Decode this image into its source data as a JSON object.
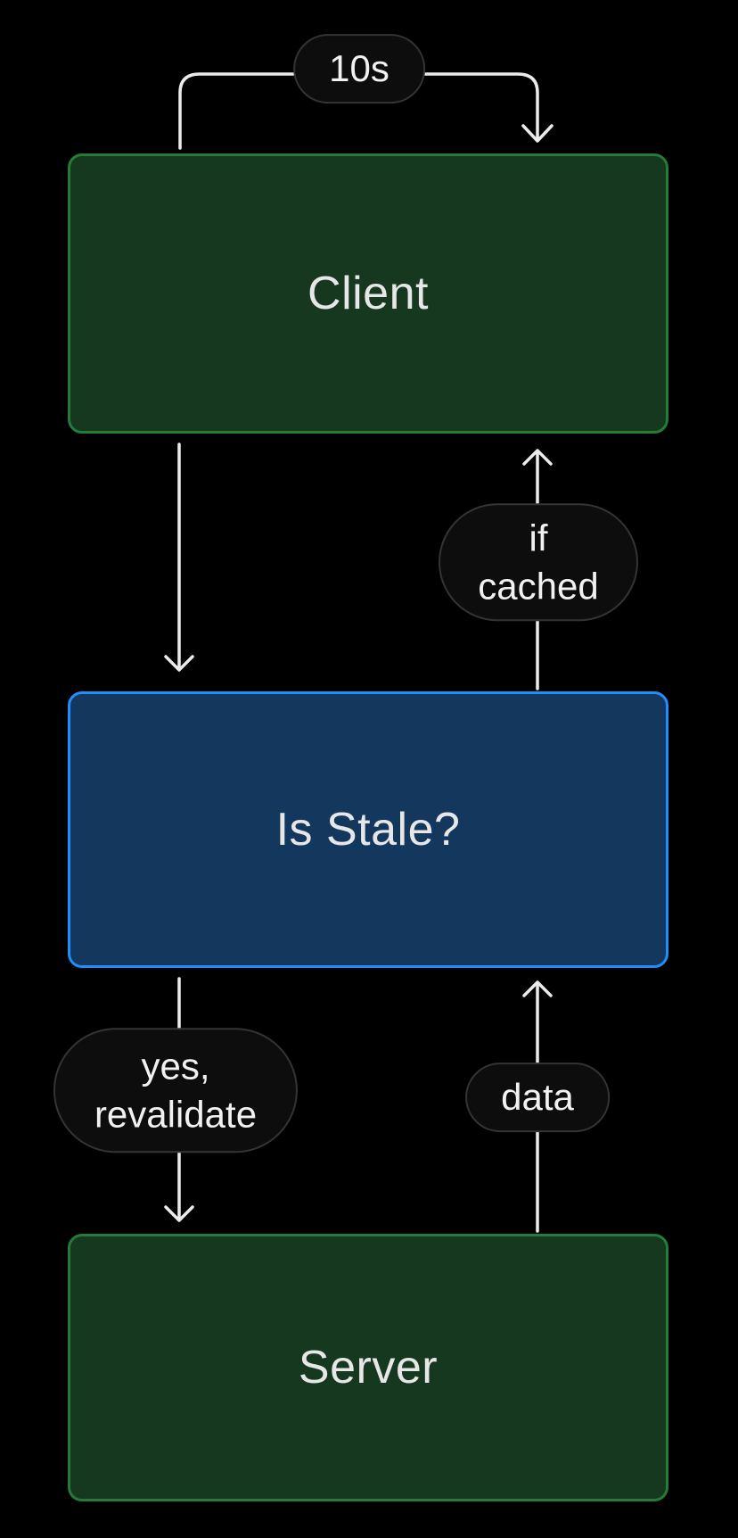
{
  "diagram": {
    "type": "flowchart",
    "background": "#000000",
    "nodes": [
      {
        "id": "client",
        "label": "Client",
        "fill": "#15381f",
        "border": "#257b3a",
        "text_color": "#e7e7e7"
      },
      {
        "id": "is-stale",
        "label": "Is Stale?",
        "fill": "#14375e",
        "border": "#1f8ffd",
        "text_color": "#e7e7e7"
      },
      {
        "id": "server",
        "label": "Server",
        "fill": "#15381f",
        "border": "#257b3a",
        "text_color": "#e7e7e7"
      }
    ],
    "edges": [
      {
        "from": "client",
        "to": "client",
        "label": "10s"
      },
      {
        "from": "client",
        "to": "is-stale",
        "label": ""
      },
      {
        "from": "is-stale",
        "to": "client",
        "label": "if cached"
      },
      {
        "from": "is-stale",
        "to": "server",
        "label": "yes,\nrevalidate"
      },
      {
        "from": "server",
        "to": "is-stale",
        "label": "data"
      }
    ],
    "label_pill": {
      "fill": "#0d0d0d",
      "border": "#343434",
      "text_color": "#f1f1f1"
    },
    "arrow_color": "#ebebeb"
  }
}
